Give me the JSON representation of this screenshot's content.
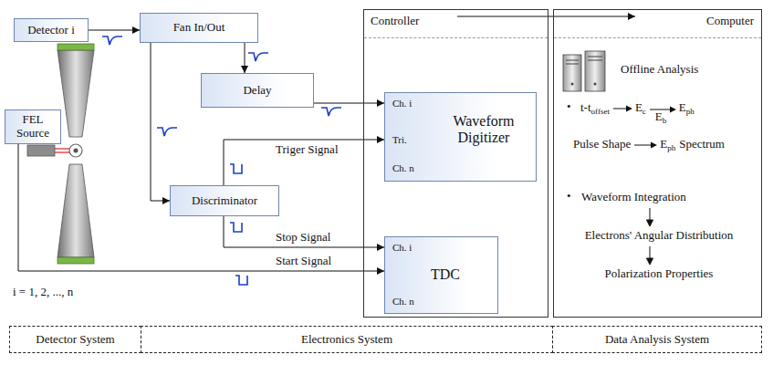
{
  "diagram": {
    "nodes": [
      {
        "text": [
          "Detector i"
        ]
      },
      {
        "text": [
          "FEL Source"
        ]
      },
      {
        "text": [
          "Fan In/Out"
        ]
      },
      {
        "text": [
          "Delay"
        ]
      },
      {
        "text": [
          "Discriminator"
        ]
      },
      {
        "text": [
          "Controller"
        ]
      },
      {
        "text": [
          "Ch. i",
          "Tri.",
          "Ch. n",
          "Waveform Digitizer"
        ],
        "in": 5
      },
      {
        "text": [
          "Ch. i",
          "Ch. n",
          "TDC"
        ],
        "in": 5
      },
      {
        "text": [
          "Computer"
        ]
      },
      {
        "text": [
          "Detector System"
        ]
      },
      {
        "text": [
          "Electronics System"
        ]
      },
      {
        "text": [
          "Data Analysis System"
        ]
      }
    ],
    "edges": [
      {
        "from": 0,
        "to": 2,
        "arrow": "to"
      },
      {
        "from": 2,
        "to": 3,
        "arrow": "to"
      },
      {
        "from": 2,
        "to": 4,
        "arrow": "to"
      },
      {
        "from": 3,
        "to": 6,
        "arrow": "to"
      },
      {
        "from": 4,
        "to": 6,
        "label": "Triger Signal",
        "arrow": "to"
      },
      {
        "from": 4,
        "to": 7,
        "label": "Stop Signal",
        "arrow": "to"
      },
      {
        "from": 1,
        "to": 7,
        "label": "Start Signal",
        "arrow": "to"
      },
      {
        "from": 5,
        "to": 8,
        "arrow": "to"
      }
    ],
    "labels": [
      "i = 1, 2, ..., n",
      "Offline Analysis",
      "•",
      "t-t",
      "offset",
      "E",
      "c",
      "E",
      "b",
      "E",
      "ph",
      "Pulse Shape",
      "E",
      "ph",
      "Spectrum",
      "•",
      "Waveform Integration",
      "Electrons' Angular Distribution",
      "Polarization Properties"
    ]
  }
}
